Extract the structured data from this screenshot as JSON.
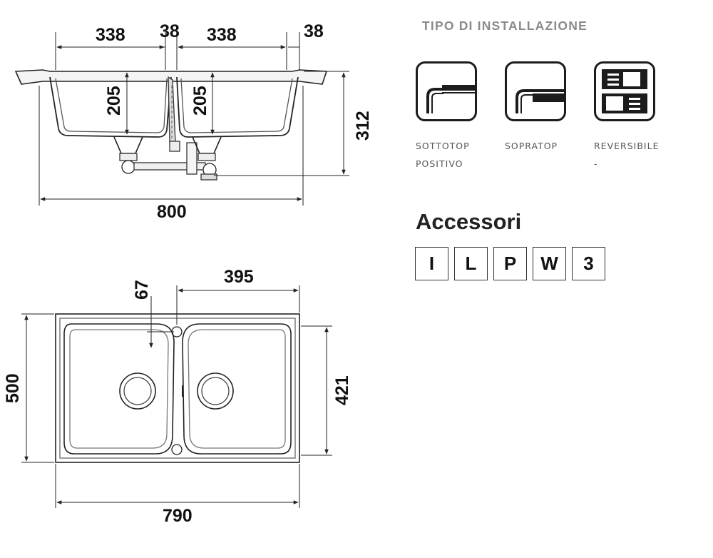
{
  "dimensions": {
    "top_view": {
      "bowl_width_left": "338",
      "divider_width": "38",
      "bowl_width_right": "338",
      "edge_width": "38",
      "bowl_depth_left": "205",
      "bowl_depth_right": "205",
      "total_height": "312",
      "overall_width": "800"
    },
    "plan_view": {
      "offset_67": "67",
      "right_bowl_span": "395",
      "total_depth": "500",
      "inner_depth": "421",
      "overall_width": "790"
    }
  },
  "installation": {
    "title": "TIPO DI INSTALLAZIONE",
    "types": [
      {
        "icon": "sottotop-icon",
        "line1": "SOTTOTOP",
        "line2": "POSITIVO"
      },
      {
        "icon": "sopratop-icon",
        "line1": "SOPRATOP",
        "line2": ""
      },
      {
        "icon": "reversibile-icon",
        "line1": "REVERSIBILE",
        "line2": "-"
      }
    ]
  },
  "accessories": {
    "title": "Accessori",
    "items": [
      "I",
      "L",
      "P",
      "W",
      "3"
    ]
  }
}
